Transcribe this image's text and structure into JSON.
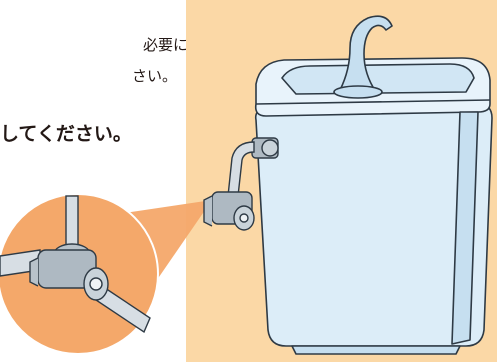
{
  "text": {
    "line1": "必要になります。",
    "line2": "さい。",
    "line3": "してください。"
  },
  "colors": {
    "panel_bg": "#fbd8a6",
    "callout_bg": "#f4a86a",
    "tank_fill": "#dcedf8",
    "outline": "#2e3a45"
  },
  "illustration": {
    "subject": "toilet-tank-with-stop-valve",
    "callout": "stop-valve-detail"
  }
}
